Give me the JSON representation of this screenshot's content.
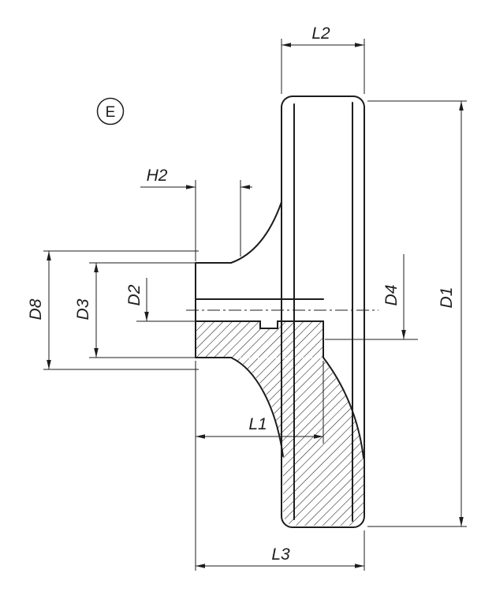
{
  "drawing": {
    "view_label": "E",
    "labels": {
      "L2": "L2",
      "H2": "H2",
      "D8": "D8",
      "D3": "D3",
      "D2": "D2",
      "D4": "D4",
      "D1": "D1",
      "L1": "L1",
      "L3": "L3"
    },
    "colors": {
      "line": "#1d1d1d",
      "background": "#ffffff"
    }
  }
}
